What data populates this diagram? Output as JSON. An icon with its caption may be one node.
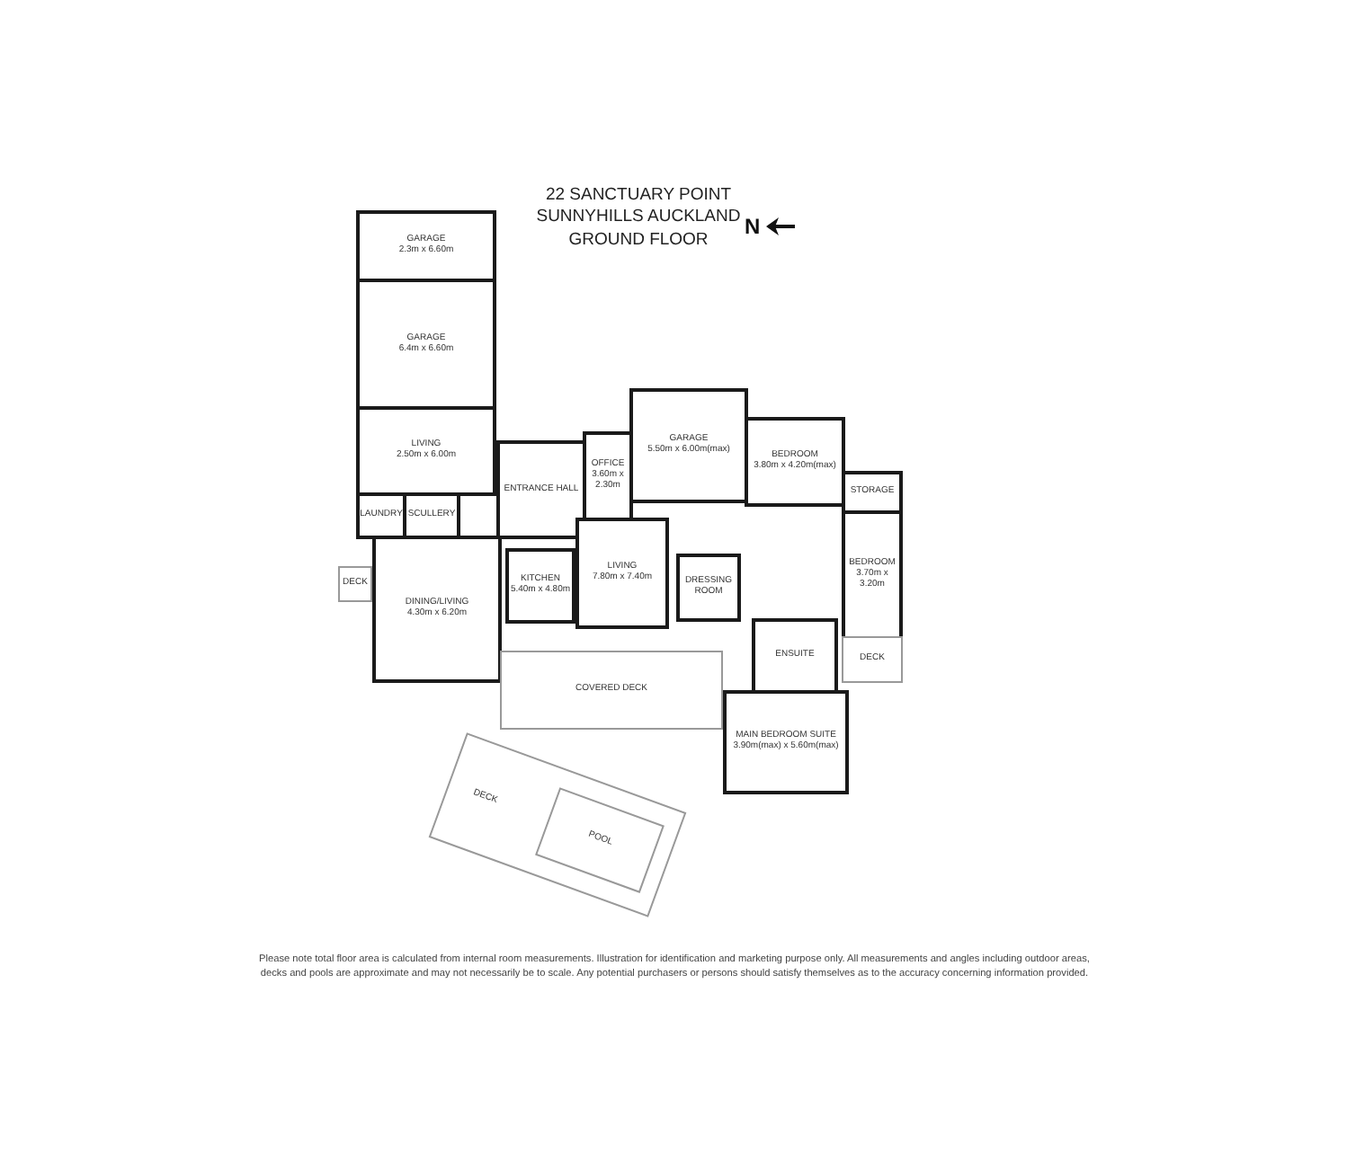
{
  "diagram": {
    "title": "22 SANCTUARY POINT SUNNYHILLS AUCKLAND GROUND FLOOR",
    "caption": "Please note total floor area is calculated from internal room measurements. Illustration for identification and marketing purpose only. All measurements and angles including outdoor areas, decks and pools are approximate and may not necessarily be to scale. Any potential purchasers or persons should satisfy themselves as to the accuracy concerning information provided.",
    "nodes": [
      {
        "text": [
          "GARAGE",
          "2.3m x 6.60m"
        ]
      },
      {
        "text": [
          "GARAGE",
          "6.4m x 6.60m"
        ]
      },
      {
        "text": [
          "LIVING",
          "2.50m x 6.00m"
        ]
      },
      {
        "text": [
          "ENTRANCE HALL"
        ]
      },
      {
        "text": [
          "OFFICE",
          "3.60m x 2.30m"
        ]
      },
      {
        "text": [
          "GARAGE",
          "5.50m x 6.00m(max)"
        ]
      },
      {
        "text": [
          "BEDROOM",
          "3.80m x 4.20m(max)"
        ]
      },
      {
        "text": [
          "STORAGE"
        ]
      },
      {
        "text": [
          "LAUNDRY"
        ]
      },
      {
        "text": [
          "SCULLERY"
        ]
      },
      {
        "text": [
          "BEDROOM",
          "3.70m x 3.20m"
        ]
      },
      {
        "text": [
          "DECK"
        ]
      },
      {
        "text": [
          "KITCHEN",
          "5.40m x 4.80m"
        ]
      },
      {
        "text": [
          "LIVING",
          "7.80m x 7.40m"
        ]
      },
      {
        "text": [
          "DRESSING ROOM"
        ]
      },
      {
        "text": [
          "DINING/LIVING",
          "4.30m x 6.20m"
        ]
      },
      {
        "text": [
          "ENSUITE"
        ]
      },
      {
        "text": [
          "DECK"
        ]
      },
      {
        "text": [
          "COVERED DECK"
        ]
      },
      {
        "text": [
          "MAIN BEDROOM SUITE",
          "3.90m(max) x 5.60m(max)"
        ]
      },
      {
        "text": [
          "DECK"
        ]
      },
      {
        "text": [
          "POOL"
        ],
        "in": 20
      }
    ],
    "labels": [
      "N"
    ]
  }
}
